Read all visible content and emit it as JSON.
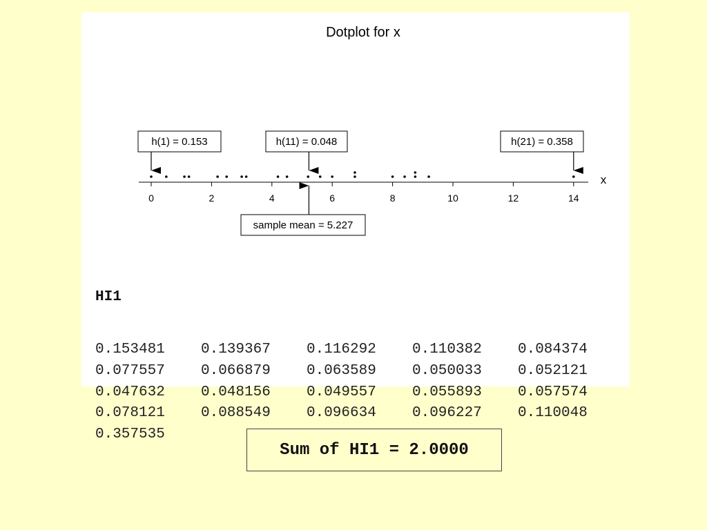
{
  "chart_data": {
    "type": "scatter",
    "title": "Dotplot for x",
    "xlabel": "x",
    "xlim": [
      0,
      14
    ],
    "xticks": [
      0,
      2,
      4,
      6,
      8,
      10,
      12,
      14
    ],
    "points": [
      {
        "x": 0.0,
        "stack": 1
      },
      {
        "x": 0.5,
        "stack": 1
      },
      {
        "x": 1.1,
        "stack": 1
      },
      {
        "x": 1.25,
        "stack": 1
      },
      {
        "x": 2.2,
        "stack": 1
      },
      {
        "x": 2.5,
        "stack": 1
      },
      {
        "x": 3.0,
        "stack": 1
      },
      {
        "x": 3.15,
        "stack": 1
      },
      {
        "x": 4.2,
        "stack": 1
      },
      {
        "x": 4.5,
        "stack": 1
      },
      {
        "x": 5.2,
        "stack": 1
      },
      {
        "x": 5.6,
        "stack": 1
      },
      {
        "x": 6.0,
        "stack": 1
      },
      {
        "x": 6.75,
        "stack": 1
      },
      {
        "x": 6.75,
        "stack": 2
      },
      {
        "x": 8.0,
        "stack": 1
      },
      {
        "x": 8.4,
        "stack": 1
      },
      {
        "x": 8.75,
        "stack": 1
      },
      {
        "x": 8.75,
        "stack": 2
      },
      {
        "x": 9.2,
        "stack": 1
      },
      {
        "x": 14.0,
        "stack": 1
      }
    ],
    "annotations": [
      {
        "text": "h(1) = 0.153",
        "x": 0.0,
        "position": "above"
      },
      {
        "text": "h(11) = 0.048",
        "x": 5.227,
        "position": "above"
      },
      {
        "text": "h(21) = 0.358",
        "x": 14.0,
        "position": "above"
      },
      {
        "text": "sample mean = 5.227",
        "x": 5.227,
        "position": "below"
      }
    ]
  },
  "hi": {
    "title": "HI1",
    "rows": [
      [
        "0.153481",
        "0.139367",
        "0.116292",
        "0.110382",
        "0.084374"
      ],
      [
        "0.077557",
        "0.066879",
        "0.063589",
        "0.050033",
        "0.052121"
      ],
      [
        "0.047632",
        "0.048156",
        "0.049557",
        "0.055893",
        "0.057574"
      ],
      [
        "0.078121",
        "0.088549",
        "0.096634",
        "0.096227",
        "0.110048"
      ],
      [
        "0.357535"
      ]
    ]
  },
  "sum_label": "Sum of HI1 = 2.0000"
}
